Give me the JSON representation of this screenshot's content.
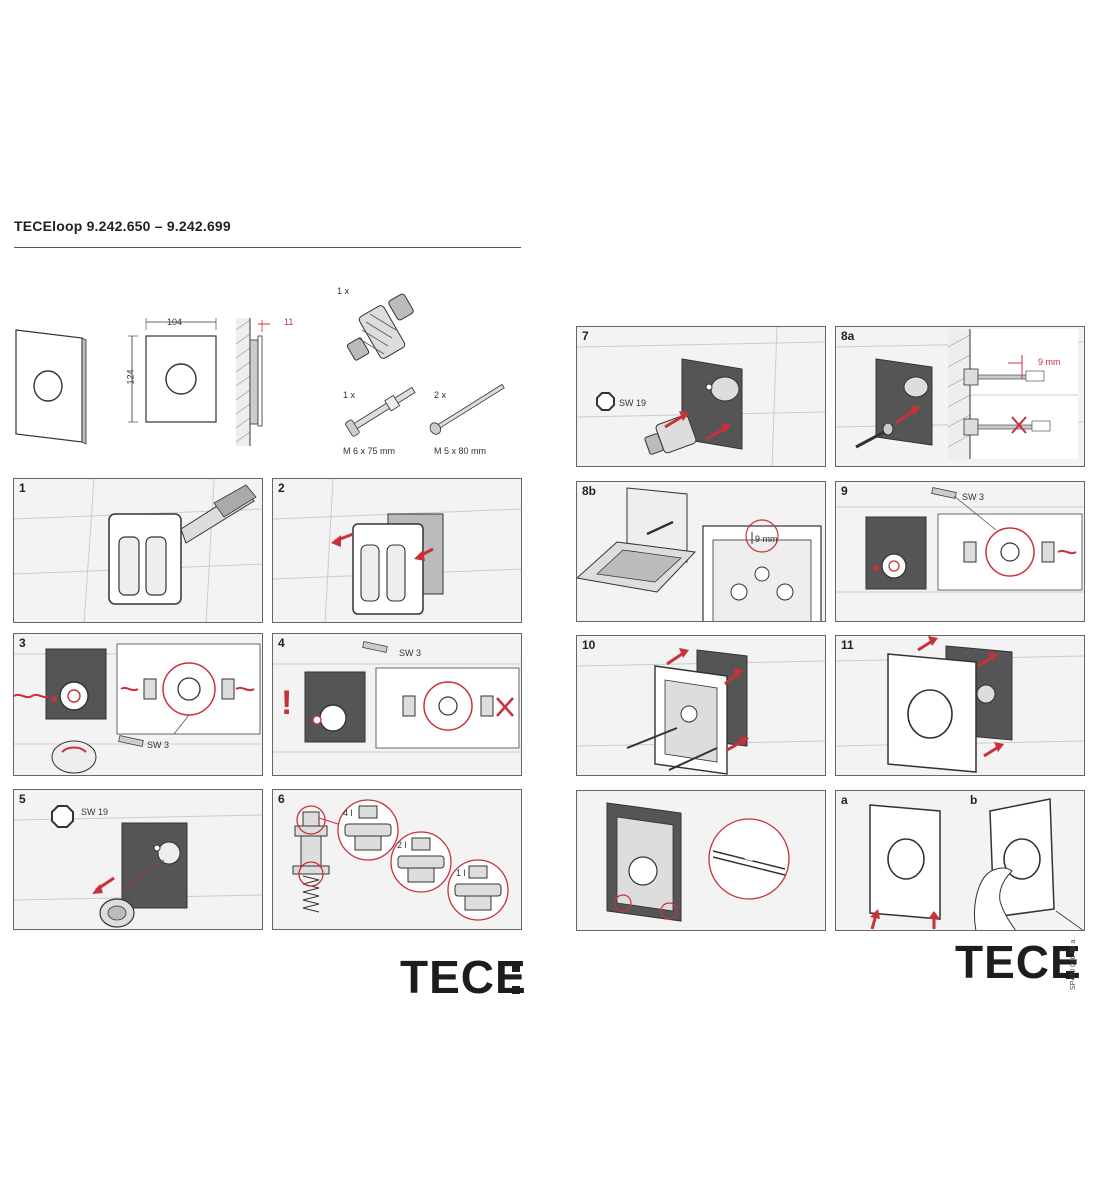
{
  "header": {
    "title": "TECEloop 9.242.650 – 9.242.699"
  },
  "dimensions": {
    "width": "104",
    "height": "124",
    "depth": "11"
  },
  "parts": {
    "valve_qty": "1 x",
    "screw_short_qty": "1 x",
    "screw_short_label": "M 6 x 75 mm",
    "screw_long_qty": "2 x",
    "screw_long_label": "M 5 x 80 mm"
  },
  "steps": {
    "s1": "1",
    "s2": "2",
    "s3": "3",
    "s4": "4",
    "s5": "5",
    "s6": "6",
    "s7": "7",
    "s8a": "8a",
    "s8b": "8b",
    "s9": "9",
    "s10": "10",
    "s11": "11",
    "sa": "a",
    "sb": "b"
  },
  "labels": {
    "sw3": "SW 3",
    "sw19": "SW 19",
    "mm9": "9 mm",
    "warn": "!",
    "l4": "4 l",
    "l2": "2 l",
    "l1": "1 l"
  },
  "brand": {
    "logo": "TECE",
    "doc_code": "SP430 026 00 a"
  },
  "colors": {
    "accent": "#c8313a",
    "line": "#444444",
    "panel_bg": "#f3f3f3"
  }
}
